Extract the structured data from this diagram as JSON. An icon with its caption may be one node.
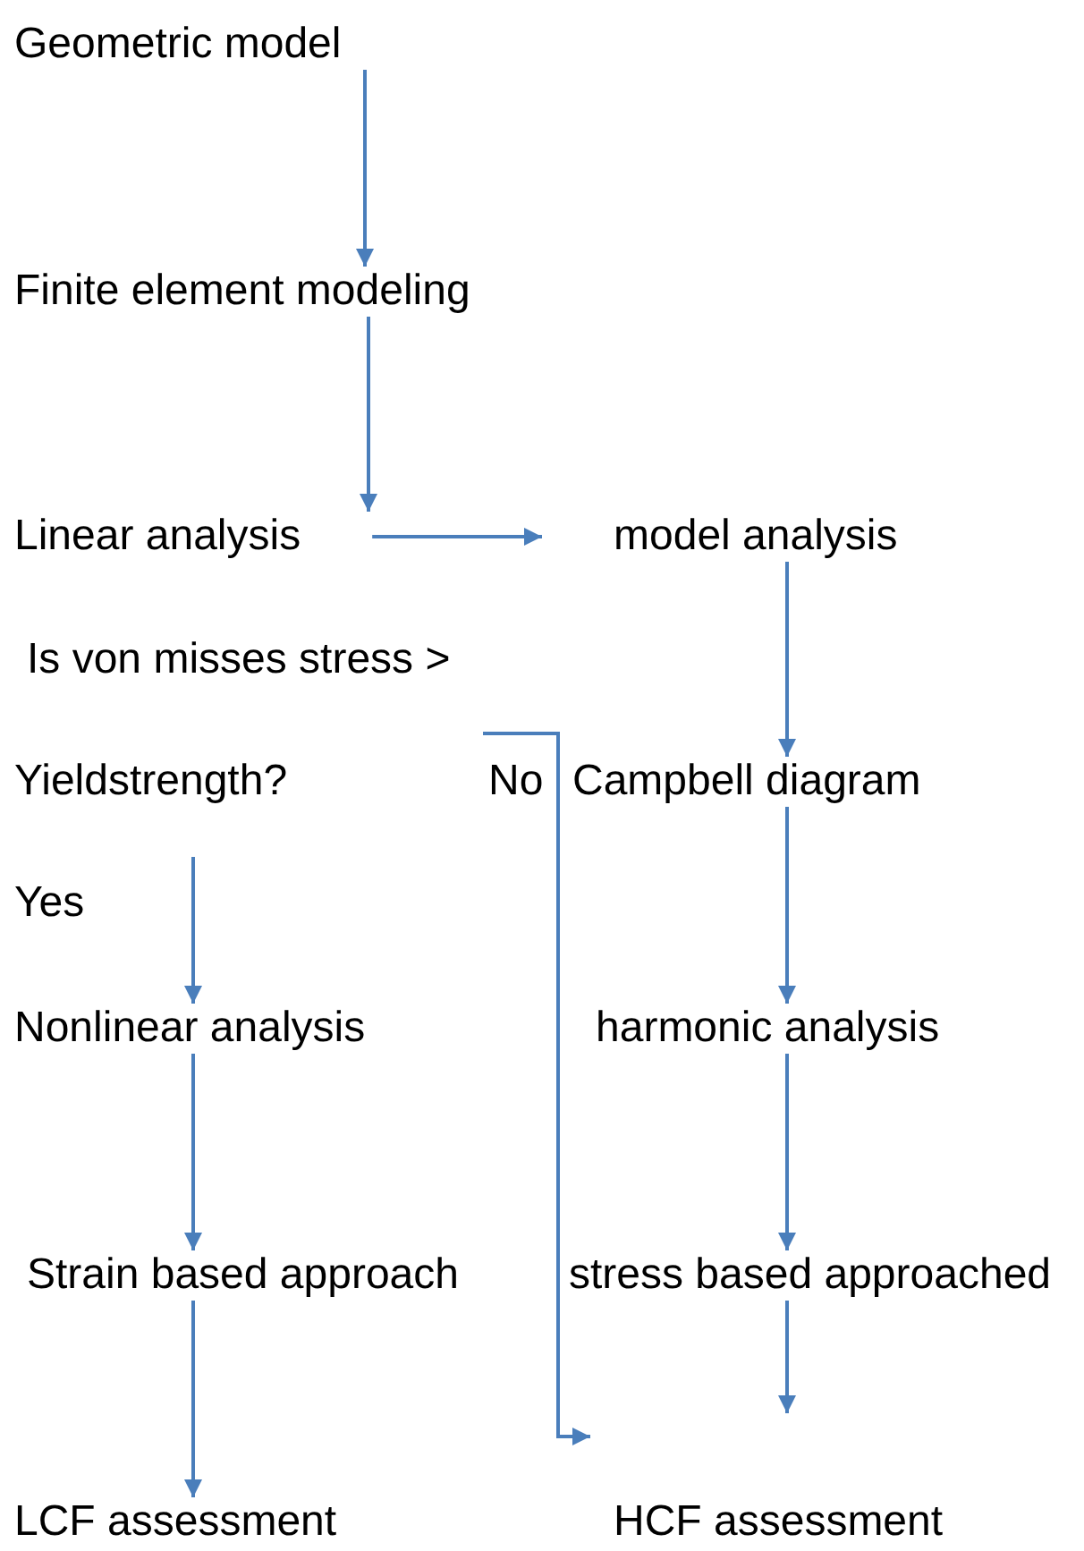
{
  "diagram": {
    "nodes": [
      {
        "text": [
          "Geometric model"
        ]
      },
      {
        "text": [
          "Finite element modeling"
        ]
      },
      {
        "text": [
          "Linear analysis"
        ]
      },
      {
        "text": [
          "model analysis"
        ]
      },
      {
        "text": [
          "Is von misses stress > Yieldstrength?"
        ]
      },
      {
        "text": [
          "Campbell diagram"
        ]
      },
      {
        "text": [
          "Nonlinear analysis"
        ]
      },
      {
        "text": [
          "harmonic analysis"
        ]
      },
      {
        "text": [
          "Strain based approach"
        ]
      },
      {
        "text": [
          "stress based approached"
        ]
      },
      {
        "text": [
          "LCF assessment"
        ]
      },
      {
        "text": [
          "HCF assessment"
        ]
      }
    ],
    "edges": [
      {
        "from": 0,
        "to": 1,
        "arrow": "to"
      },
      {
        "from": 1,
        "to": 2,
        "arrow": "to"
      },
      {
        "from": 2,
        "to": 3,
        "arrow": "to"
      },
      {
        "from": 3,
        "to": 5,
        "arrow": "to"
      },
      {
        "from": 4,
        "to": 6,
        "arrow": "to",
        "label": "Yes"
      },
      {
        "from": 4,
        "to": 11,
        "arrow": "to",
        "label": "No"
      },
      {
        "from": 5,
        "to": 7,
        "arrow": "to"
      },
      {
        "from": 6,
        "to": 8,
        "arrow": "to"
      },
      {
        "from": 7,
        "to": 9,
        "arrow": "to"
      },
      {
        "from": 8,
        "to": 10,
        "arrow": "to"
      },
      {
        "from": 9,
        "to": 11,
        "arrow": "to"
      }
    ]
  }
}
